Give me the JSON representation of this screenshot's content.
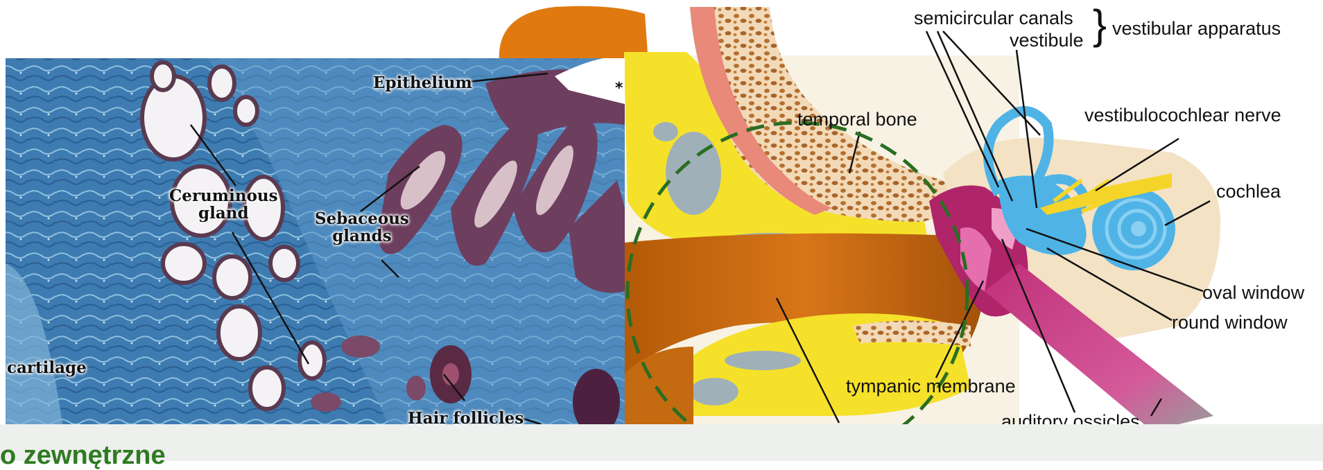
{
  "histology_labels": {
    "epithelium": "Epithelium",
    "ceruminous_gland_line1": "Ceruminous",
    "ceruminous_gland_line2": "gland",
    "sebaceous_glands_line1": "Sebaceous",
    "sebaceous_glands_line2": "glands",
    "cartilage": "cartilage",
    "hair_follicles": "Hair follicles",
    "asterisk": "*"
  },
  "anatomy_labels": {
    "semicircular_canals": "semicircular canals",
    "vestibule": "vestibule",
    "vestibular_apparatus": "vestibular apparatus",
    "brace": "}",
    "temporal_bone": "temporal bone",
    "vestibulocochlear_nerve": "vestibulocochlear nerve",
    "cochlea": "cochlea",
    "oval_window": "oval window",
    "round_window": "round window",
    "tympanic_membrane": "tympanic membrane",
    "auditory_ossicles": "auditory ossicles"
  },
  "caption": "o zewnętrzne",
  "colors": {
    "histology_background": "#3a78ad",
    "auricle_orange": "#e07a10",
    "bone_yellow": "#f5e12a",
    "inner_ear_blue": "#4fb3e6",
    "middle_ear_magenta": "#b0246a",
    "dashed_circle": "#2a6e22",
    "caption_green": "#2f7a22"
  }
}
